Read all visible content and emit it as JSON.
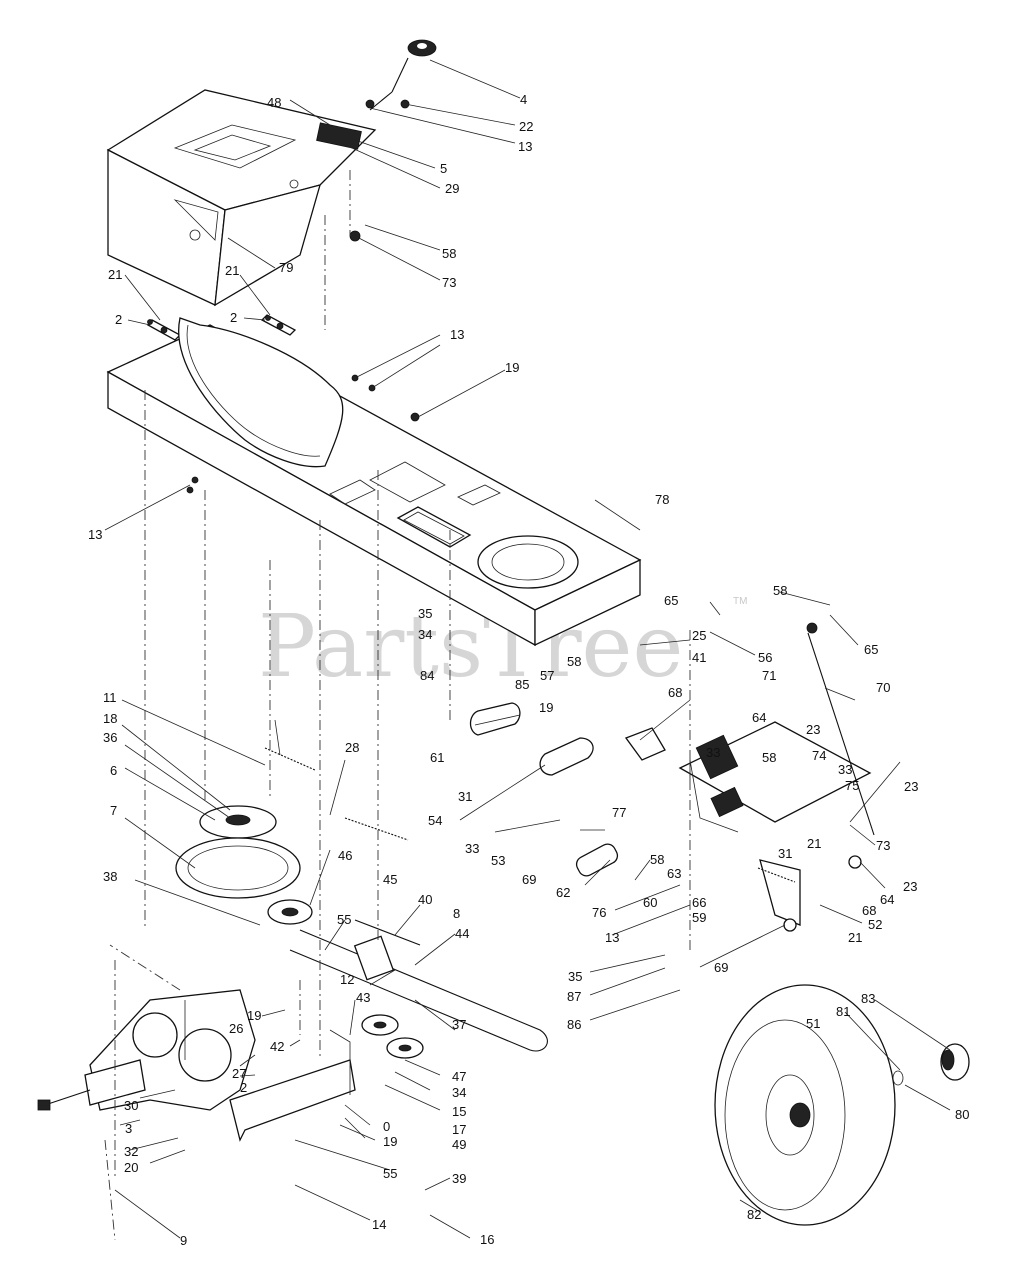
{
  "watermark": {
    "text": "PartsTree",
    "trademark": "TM"
  },
  "callouts": [
    {
      "id": "c4",
      "text": "4"
    },
    {
      "id": "c22",
      "text": "22"
    },
    {
      "id": "c13a",
      "text": "13"
    },
    {
      "id": "c48",
      "text": "48"
    },
    {
      "id": "c5",
      "text": "5"
    },
    {
      "id": "c29",
      "text": "29"
    },
    {
      "id": "c58a",
      "text": "58"
    },
    {
      "id": "c73a",
      "text": "73"
    },
    {
      "id": "c79",
      "text": "79"
    },
    {
      "id": "c21a",
      "text": "21"
    },
    {
      "id": "c21b",
      "text": "21"
    },
    {
      "id": "c2a",
      "text": "2"
    },
    {
      "id": "c2b",
      "text": "2"
    },
    {
      "id": "c13b",
      "text": "13"
    },
    {
      "id": "c19a",
      "text": "19"
    },
    {
      "id": "c13c",
      "text": "13"
    },
    {
      "id": "c78",
      "text": "78"
    },
    {
      "id": "c65a",
      "text": "65"
    },
    {
      "id": "c58b",
      "text": "58"
    },
    {
      "id": "c65b",
      "text": "65"
    },
    {
      "id": "c35a",
      "text": "35"
    },
    {
      "id": "c34a",
      "text": "34"
    },
    {
      "id": "c25",
      "text": "25"
    },
    {
      "id": "c56a",
      "text": "56"
    },
    {
      "id": "c41",
      "text": "41"
    },
    {
      "id": "c84",
      "text": "84"
    },
    {
      "id": "c85",
      "text": "85"
    },
    {
      "id": "c58c",
      "text": "58"
    },
    {
      "id": "c57",
      "text": "57"
    },
    {
      "id": "c71",
      "text": "71"
    },
    {
      "id": "c70",
      "text": "70"
    },
    {
      "id": "c68a",
      "text": "68"
    },
    {
      "id": "c11",
      "text": "11"
    },
    {
      "id": "c19b",
      "text": "19"
    },
    {
      "id": "c18",
      "text": "18"
    },
    {
      "id": "c64a",
      "text": "64"
    },
    {
      "id": "c23a",
      "text": "23"
    },
    {
      "id": "c36",
      "text": "36"
    },
    {
      "id": "c28",
      "text": "28"
    },
    {
      "id": "c61",
      "text": "61"
    },
    {
      "id": "c33a",
      "text": "33"
    },
    {
      "id": "c58d",
      "text": "58"
    },
    {
      "id": "c74",
      "text": "74"
    },
    {
      "id": "c6",
      "text": "6"
    },
    {
      "id": "c33b",
      "text": "33"
    },
    {
      "id": "c75",
      "text": "75"
    },
    {
      "id": "c23b",
      "text": "23"
    },
    {
      "id": "c31a",
      "text": "31"
    },
    {
      "id": "c54",
      "text": "54"
    },
    {
      "id": "c77",
      "text": "77"
    },
    {
      "id": "c7",
      "text": "7"
    },
    {
      "id": "c33c",
      "text": "33"
    },
    {
      "id": "c53",
      "text": "53"
    },
    {
      "id": "c73b",
      "text": "73"
    },
    {
      "id": "c21c",
      "text": "21"
    },
    {
      "id": "c31b",
      "text": "31"
    },
    {
      "id": "c46",
      "text": "46"
    },
    {
      "id": "c58e",
      "text": "58"
    },
    {
      "id": "c23c",
      "text": "23"
    },
    {
      "id": "c69a",
      "text": "69"
    },
    {
      "id": "c62",
      "text": "62"
    },
    {
      "id": "c63",
      "text": "63"
    },
    {
      "id": "c64b",
      "text": "64"
    },
    {
      "id": "c45",
      "text": "45"
    },
    {
      "id": "c38",
      "text": "38"
    },
    {
      "id": "c68b",
      "text": "68"
    },
    {
      "id": "c60a",
      "text": "60"
    },
    {
      "id": "c66",
      "text": "66"
    },
    {
      "id": "c76",
      "text": "76"
    },
    {
      "id": "c59",
      "text": "59"
    },
    {
      "id": "c52",
      "text": "52"
    },
    {
      "id": "c40",
      "text": "40"
    },
    {
      "id": "c55a",
      "text": "55"
    },
    {
      "id": "c8",
      "text": "8"
    },
    {
      "id": "c44",
      "text": "44"
    },
    {
      "id": "c13d",
      "text": "13"
    },
    {
      "id": "c21d",
      "text": "21"
    },
    {
      "id": "c69b",
      "text": "69"
    },
    {
      "id": "c12",
      "text": "12"
    },
    {
      "id": "c35b",
      "text": "35"
    },
    {
      "id": "c43",
      "text": "43"
    },
    {
      "id": "c37",
      "text": "37"
    },
    {
      "id": "c87",
      "text": "87"
    },
    {
      "id": "c86",
      "text": "86"
    },
    {
      "id": "c83",
      "text": "83"
    },
    {
      "id": "c81",
      "text": "81"
    },
    {
      "id": "c51",
      "text": "51"
    },
    {
      "id": "c19c",
      "text": "19"
    },
    {
      "id": "c26",
      "text": "26"
    },
    {
      "id": "c42",
      "text": "42"
    },
    {
      "id": "c47",
      "text": "47"
    },
    {
      "id": "c27",
      "text": "27"
    },
    {
      "id": "c34b",
      "text": "34"
    },
    {
      "id": "c2c",
      "text": "2"
    },
    {
      "id": "c15",
      "text": "15"
    },
    {
      "id": "c80",
      "text": "80"
    },
    {
      "id": "c30",
      "text": "30"
    },
    {
      "id": "c0",
      "text": "0"
    },
    {
      "id": "c17",
      "text": "17"
    },
    {
      "id": "c3",
      "text": "3"
    },
    {
      "id": "c19d",
      "text": "19"
    },
    {
      "id": "c49",
      "text": "49"
    },
    {
      "id": "c32",
      "text": "32"
    },
    {
      "id": "c20",
      "text": "20"
    },
    {
      "id": "c55b",
      "text": "55"
    },
    {
      "id": "c39",
      "text": "39"
    },
    {
      "id": "c82",
      "text": "82"
    },
    {
      "id": "c14",
      "text": "14"
    },
    {
      "id": "c9",
      "text": "9"
    },
    {
      "id": "c16",
      "text": "16"
    }
  ]
}
